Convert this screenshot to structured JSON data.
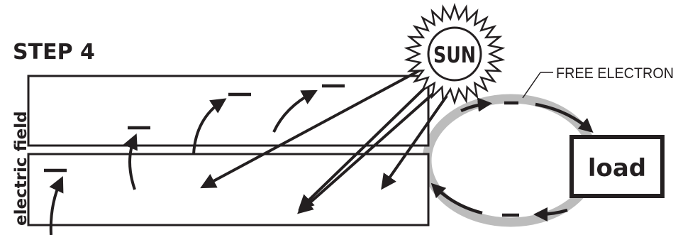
{
  "diagram": {
    "step_title": "STEP 4",
    "side_label": "electric field",
    "sun_label": "SUN",
    "free_electron_label": "FREE ELECTRON",
    "load_label": "load",
    "colors": {
      "ink": "#231f20",
      "circuit_wire": "#bcbcbc",
      "background": "#ffffff"
    },
    "icons": {
      "sun": "sun-icon",
      "electron": "minus-sign",
      "light_ray": "arrow"
    }
  }
}
